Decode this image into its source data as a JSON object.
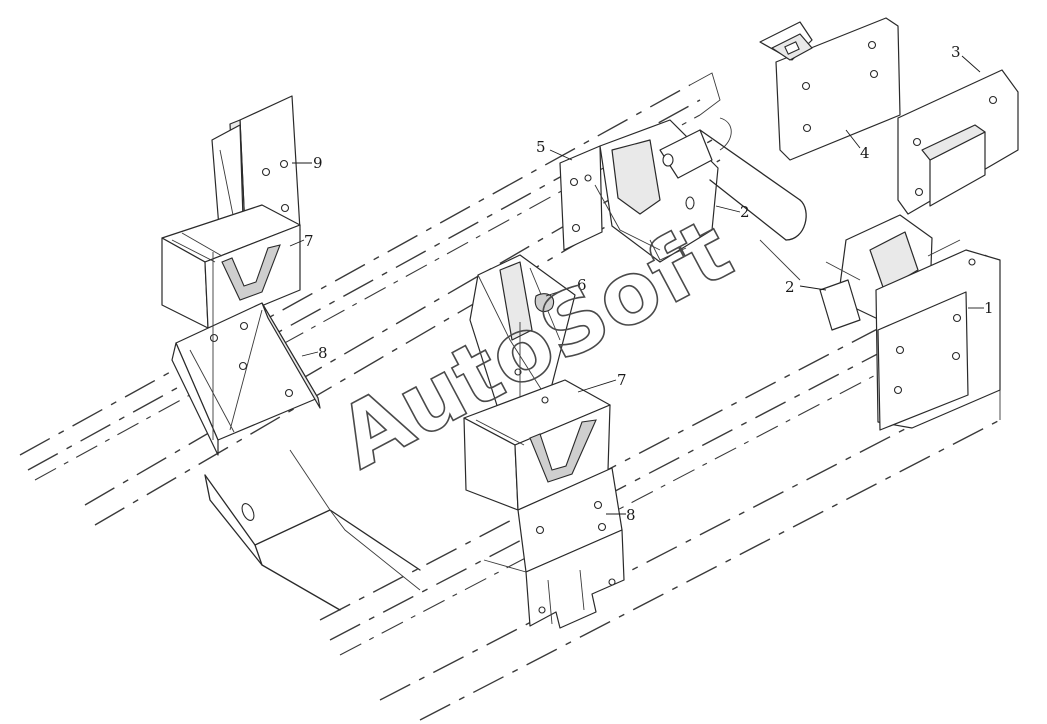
{
  "callouts": {
    "c1": "1",
    "c2a": "2",
    "c2b": "2",
    "c3": "3",
    "c4": "4",
    "c5": "5",
    "c6": "6",
    "c7a": "7",
    "c7b": "7",
    "c8a": "8",
    "c8b": "8",
    "c9": "9"
  },
  "watermark": "AutoSoft"
}
